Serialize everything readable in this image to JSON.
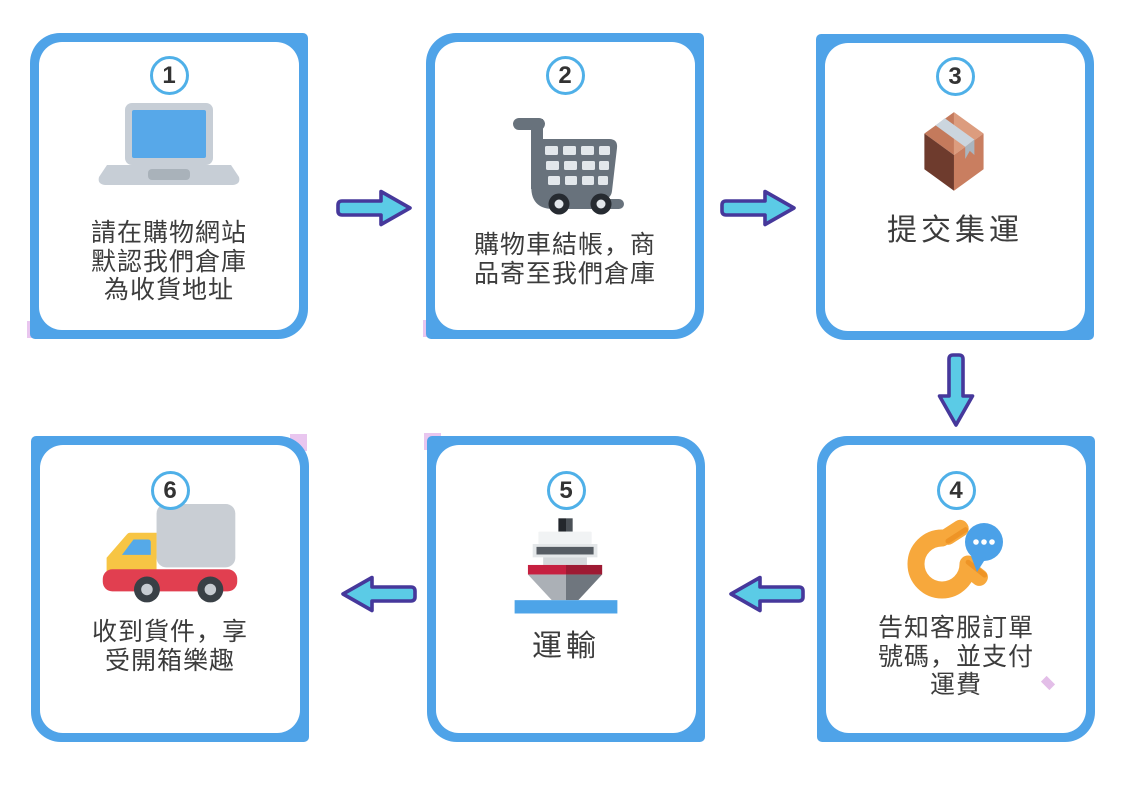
{
  "flow": {
    "steps": [
      {
        "number": "1",
        "icon": "laptop-icon",
        "lines": [
          "請在購物網站",
          "默認我們倉庫",
          "為收貨地址"
        ]
      },
      {
        "number": "2",
        "icon": "shopping-cart-icon",
        "lines": [
          "購物車結帳，商",
          "品寄至我們倉庫"
        ]
      },
      {
        "number": "3",
        "icon": "package-box-icon",
        "lines": [
          "提交集運"
        ]
      },
      {
        "number": "4",
        "icon": "customer-service-phone-icon",
        "lines": [
          "告知客服訂單",
          "號碼，並支付",
          "運費"
        ]
      },
      {
        "number": "5",
        "icon": "cargo-ship-icon",
        "lines": [
          "運輸"
        ]
      },
      {
        "number": "6",
        "icon": "delivery-truck-icon",
        "lines": [
          "收到貨件，享",
          "受開箱樂趣"
        ]
      }
    ],
    "arrows": [
      {
        "id": "arrow-1-2",
        "direction": "right"
      },
      {
        "id": "arrow-2-3",
        "direction": "right"
      },
      {
        "id": "arrow-3-4",
        "direction": "down"
      },
      {
        "id": "arrow-4-5",
        "direction": "left"
      },
      {
        "id": "arrow-5-6",
        "direction": "left"
      }
    ]
  },
  "colors": {
    "card_border": "#4FA3E8",
    "card_background": "#FFFFFF",
    "corner_accent": "#E9C6EF",
    "arrow_fill": "#5BCBE6",
    "arrow_outline": "#46389B",
    "badge_ring": "#4FB0E8",
    "badge_number": "#333333",
    "step_text": "#3C3C3C"
  }
}
